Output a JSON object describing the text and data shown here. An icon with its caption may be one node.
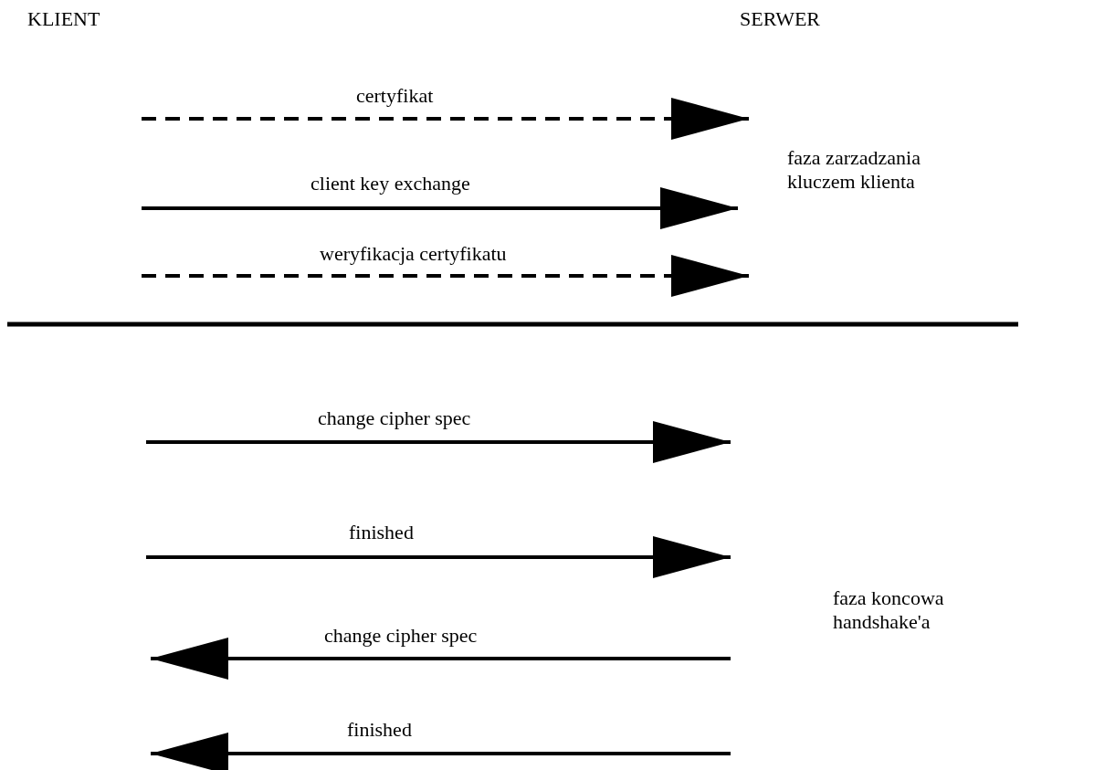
{
  "diagram": {
    "labels": [
      "KLIENT",
      "SERWER",
      "certyfikat",
      "client key exchange",
      "faza zarzadzania kluczem klienta",
      "weryfikacja certyfikatu",
      "change cipher spec",
      "finished",
      "faza koncowa handshake'a",
      "change cipher spec",
      "finished"
    ]
  }
}
